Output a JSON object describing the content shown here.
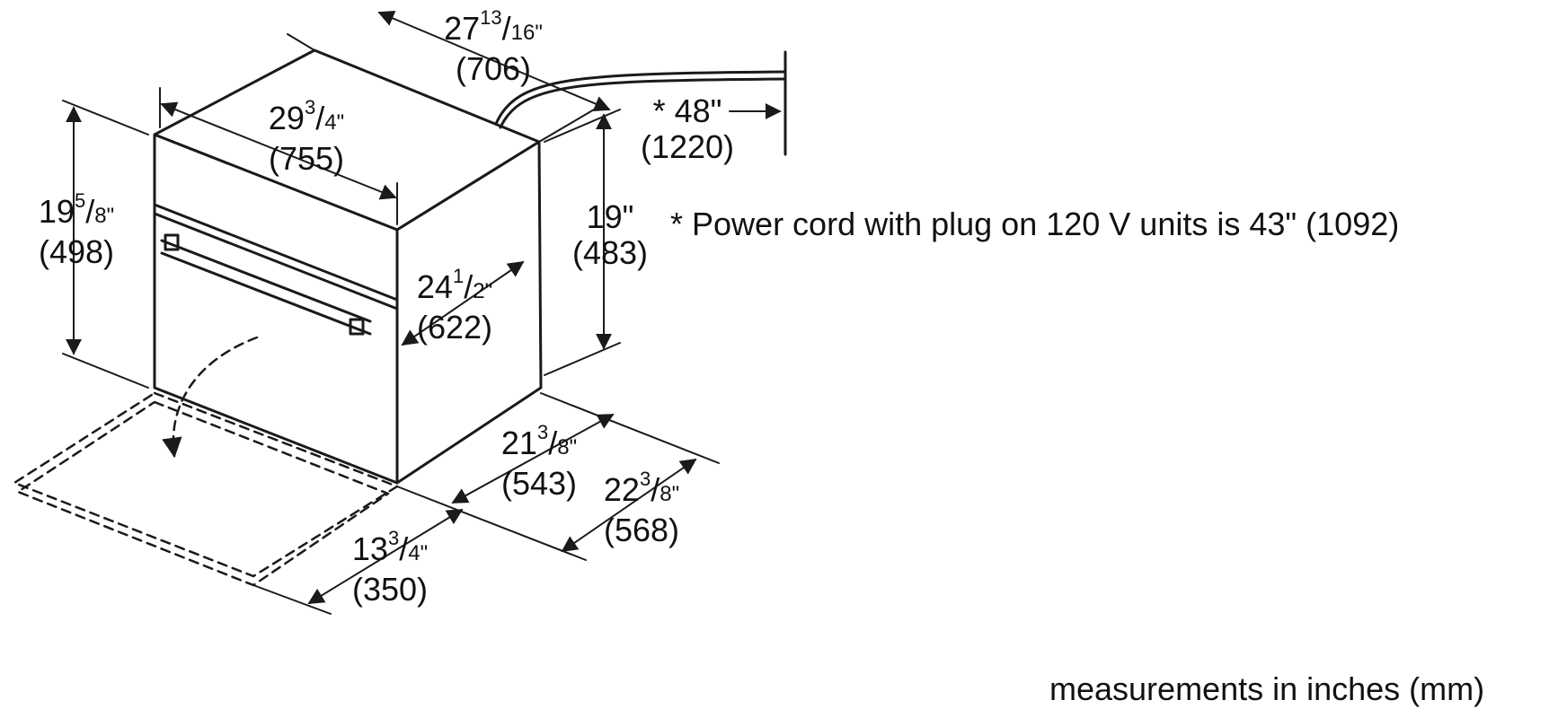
{
  "dimensions": {
    "top_depth": {
      "whole": "27",
      "num": "13",
      "den": "16\"",
      "mm": "(706)"
    },
    "cord": {
      "inch": "* 48\"",
      "mm": "(1220)"
    },
    "width": {
      "whole": "29",
      "num": "3",
      "den": "4\"",
      "mm": "(755)"
    },
    "left_height": {
      "whole": "19",
      "num": "5",
      "den": "8\"",
      "mm": "(498)"
    },
    "right_height": {
      "inch": "19\"",
      "mm": "(483)"
    },
    "inner_width": {
      "whole": "24",
      "num": "1",
      "den": "2\"",
      "mm": "(622)"
    },
    "depth_inner": {
      "whole": "21",
      "num": "3",
      "den": "8\"",
      "mm": "(543)"
    },
    "depth_outer": {
      "whole": "22",
      "num": "3",
      "den": "8\"",
      "mm": "(568)"
    },
    "door_swing": {
      "whole": "13",
      "num": "3",
      "den": "4\"",
      "mm": "(350)"
    }
  },
  "note": "* Power cord with plug on 120 V units is 43\" (1092)",
  "footer": "measurements in inches (mm)",
  "colors": {
    "line": "#1a1a1a",
    "text": "#111111",
    "background": "#ffffff"
  }
}
